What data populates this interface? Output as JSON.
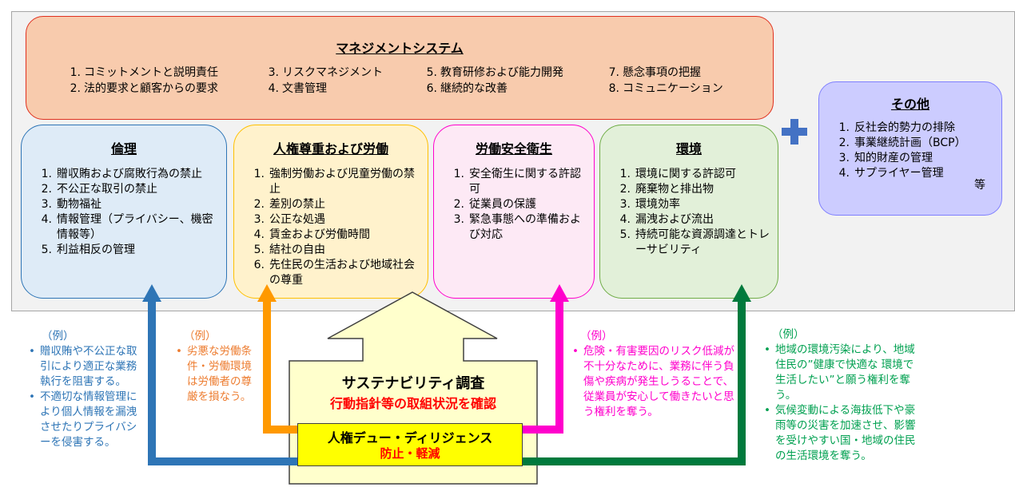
{
  "management": {
    "title": "マネジメントシステム",
    "items": [
      {
        "num": "1.",
        "text": "コミットメントと説明責任"
      },
      {
        "num": "2.",
        "text": "法的要求と顧客からの要求"
      },
      {
        "num": "3.",
        "text": "リスクマネジメント"
      },
      {
        "num": "4.",
        "text": "文書管理"
      },
      {
        "num": "5.",
        "text": "教育研修および能力開発"
      },
      {
        "num": "6.",
        "text": "継続的な改善"
      },
      {
        "num": "7.",
        "text": "懸念事項の把握"
      },
      {
        "num": "8.",
        "text": "コミュニケーション"
      }
    ]
  },
  "categories": [
    {
      "title": "倫理",
      "items": [
        "贈収賄および腐敗行為の禁止",
        "不公正な取引の禁止",
        "動物福祉",
        "情報管理（プライバシー、機密情報等）",
        "利益相反の管理"
      ]
    },
    {
      "title": "人権尊重および労働",
      "items": [
        "強制労働および児童労働の禁止",
        "差別の禁止",
        "公正な処遇",
        "賃金および労働時間",
        "結社の自由",
        "先住民の生活および地域社会の尊重"
      ]
    },
    {
      "title": "労働安全衛生",
      "items": [
        "安全衛生に関する許認可",
        "従業員の保護",
        "緊急事態への準備および対応"
      ]
    },
    {
      "title": "環境",
      "items": [
        "環境に関する許認可",
        "廃棄物と排出物",
        "環境効率",
        "漏洩および流出",
        "持続可能な資源調達とトレーサビリティ"
      ]
    }
  ],
  "other": {
    "title": "その他",
    "items": [
      "反社会的勢力の排除",
      "事業継続計画（BCP）",
      "知的財産の管理",
      "サプライヤー管理"
    ],
    "suffix": "等"
  },
  "survey": {
    "title": "サステナビリティ調査",
    "subtitle": "行動指針等の取組状況を確認"
  },
  "due_diligence": {
    "title": "人権デュー・ディリジェンス",
    "subtitle": "防止・軽減"
  },
  "examples": {
    "label": "（例）",
    "blue": [
      "贈収賄や不公正な取引により適正な業務執行を阻害する。",
      "不適切な情報管理により個人情報を漏洩させたりプライバシーを侵害する。"
    ],
    "orange": [
      "劣悪な労働条件・労働環境は労働者の尊厳を損なう。"
    ],
    "pink": [
      "危険・有害要因のリスク低減が不十分なために、業務に伴う負傷や疾病が発生しうることで、従業員が安心して働きたいと思う権利を奪う。"
    ],
    "green": [
      "地域の環境汚染により、地域住民の”健康で快適な 環境で生活したい”と願う権利を奪う。",
      "気候変動による海抜低下や豪雨等の災害を加速させ、影響を受けやすい国・地域の住民の生活環境を奪う。"
    ]
  },
  "colors": {
    "ethics": "#2e75b6",
    "human_rights": "#ff9900",
    "safety": "#ff00cc",
    "environment": "#007a3d",
    "plus": "#4472c4"
  }
}
